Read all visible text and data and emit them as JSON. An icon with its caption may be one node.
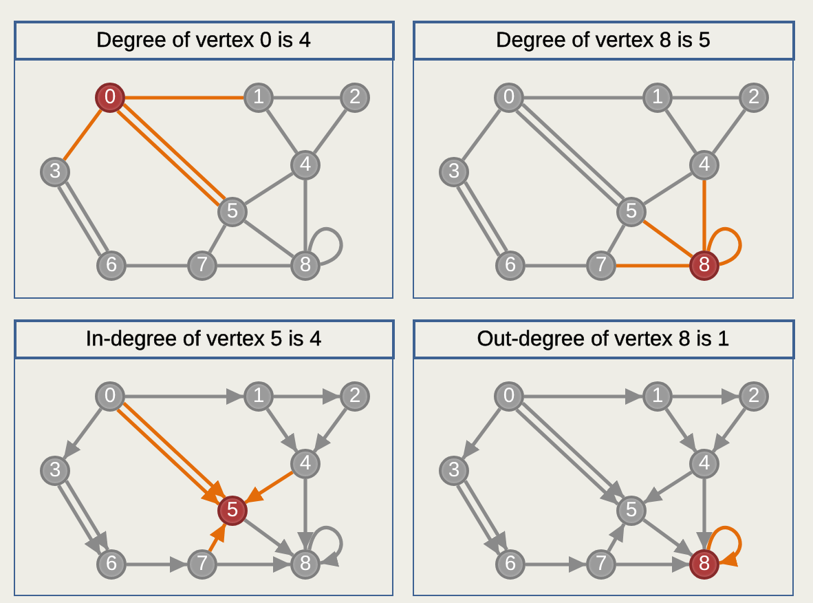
{
  "diagram": {
    "nodes": [
      {
        "text": [
          "Degree of vertex 0 is 4"
        ]
      },
      {
        "text": [
          "0"
        ],
        "in": 0
      },
      {
        "text": [
          "1"
        ],
        "in": 0
      },
      {
        "text": [
          "2"
        ],
        "in": 0
      },
      {
        "text": [
          "3"
        ],
        "in": 0
      },
      {
        "text": [
          "4"
        ],
        "in": 0
      },
      {
        "text": [
          "5"
        ],
        "in": 0
      },
      {
        "text": [
          "6"
        ],
        "in": 0
      },
      {
        "text": [
          "7"
        ],
        "in": 0
      },
      {
        "text": [
          "8"
        ],
        "in": 0
      },
      {
        "text": [
          "Degree of vertex 8 is 5"
        ]
      },
      {
        "text": [
          "0"
        ],
        "in": 10
      },
      {
        "text": [
          "1"
        ],
        "in": 10
      },
      {
        "text": [
          "2"
        ],
        "in": 10
      },
      {
        "text": [
          "3"
        ],
        "in": 10
      },
      {
        "text": [
          "4"
        ],
        "in": 10
      },
      {
        "text": [
          "5"
        ],
        "in": 10
      },
      {
        "text": [
          "6"
        ],
        "in": 10
      },
      {
        "text": [
          "7"
        ],
        "in": 10
      },
      {
        "text": [
          "8"
        ],
        "in": 10
      },
      {
        "text": [
          "In-degree of vertex 5 is 4"
        ]
      },
      {
        "text": [
          "0"
        ],
        "in": 20
      },
      {
        "text": [
          "1"
        ],
        "in": 20
      },
      {
        "text": [
          "2"
        ],
        "in": 20
      },
      {
        "text": [
          "3"
        ],
        "in": 20
      },
      {
        "text": [
          "4"
        ],
        "in": 20
      },
      {
        "text": [
          "5"
        ],
        "in": 20
      },
      {
        "text": [
          "6"
        ],
        "in": 20
      },
      {
        "text": [
          "7"
        ],
        "in": 20
      },
      {
        "text": [
          "8"
        ],
        "in": 20
      },
      {
        "text": [
          "Out-degree of vertex 8 is 1"
        ]
      },
      {
        "text": [
          "0"
        ],
        "in": 30
      },
      {
        "text": [
          "1"
        ],
        "in": 30
      },
      {
        "text": [
          "2"
        ],
        "in": 30
      },
      {
        "text": [
          "3"
        ],
        "in": 30
      },
      {
        "text": [
          "4"
        ],
        "in": 30
      },
      {
        "text": [
          "5"
        ],
        "in": 30
      },
      {
        "text": [
          "6"
        ],
        "in": 30
      },
      {
        "text": [
          "7"
        ],
        "in": 30
      },
      {
        "text": [
          "8"
        ],
        "in": 30
      }
    ],
    "edges": [
      {
        "from": 1,
        "to": 2,
        "arrow": "none",
        "color": "#e36c0a"
      },
      {
        "from": 2,
        "to": 3,
        "arrow": "none"
      },
      {
        "from": 1,
        "to": 4,
        "arrow": "none",
        "color": "#e36c0a"
      },
      {
        "from": 1,
        "to": 6,
        "arrow": "none",
        "color": "#e36c0a"
      },
      {
        "from": 1,
        "to": 6,
        "arrow": "none",
        "color": "#e36c0a"
      },
      {
        "from": 2,
        "to": 5,
        "arrow": "none"
      },
      {
        "from": 3,
        "to": 5,
        "arrow": "none"
      },
      {
        "from": 5,
        "to": 6,
        "arrow": "none"
      },
      {
        "from": 4,
        "to": 7,
        "arrow": "none"
      },
      {
        "from": 4,
        "to": 7,
        "arrow": "none"
      },
      {
        "from": 5,
        "to": 9,
        "arrow": "none"
      },
      {
        "from": 6,
        "to": 8,
        "arrow": "none"
      },
      {
        "from": 6,
        "to": 9,
        "arrow": "none"
      },
      {
        "from": 7,
        "to": 8,
        "arrow": "none"
      },
      {
        "from": 8,
        "to": 9,
        "arrow": "none"
      },
      {
        "from": 9,
        "to": 9,
        "arrow": "none"
      },
      {
        "from": 11,
        "to": 12,
        "arrow": "none"
      },
      {
        "from": 12,
        "to": 13,
        "arrow": "none"
      },
      {
        "from": 11,
        "to": 14,
        "arrow": "none"
      },
      {
        "from": 11,
        "to": 16,
        "arrow": "none"
      },
      {
        "from": 11,
        "to": 16,
        "arrow": "none"
      },
      {
        "from": 12,
        "to": 15,
        "arrow": "none"
      },
      {
        "from": 13,
        "to": 15,
        "arrow": "none"
      },
      {
        "from": 15,
        "to": 16,
        "arrow": "none"
      },
      {
        "from": 14,
        "to": 17,
        "arrow": "none"
      },
      {
        "from": 14,
        "to": 17,
        "arrow": "none"
      },
      {
        "from": 15,
        "to": 19,
        "arrow": "none",
        "color": "#e36c0a"
      },
      {
        "from": 16,
        "to": 18,
        "arrow": "none"
      },
      {
        "from": 16,
        "to": 19,
        "arrow": "none",
        "color": "#e36c0a"
      },
      {
        "from": 17,
        "to": 18,
        "arrow": "none"
      },
      {
        "from": 18,
        "to": 19,
        "arrow": "none",
        "color": "#e36c0a"
      },
      {
        "from": 19,
        "to": 19,
        "arrow": "none",
        "color": "#e36c0a"
      },
      {
        "from": 21,
        "to": 22,
        "arrow": "to"
      },
      {
        "from": 22,
        "to": 23,
        "arrow": "to"
      },
      {
        "from": 21,
        "to": 24,
        "arrow": "to"
      },
      {
        "from": 21,
        "to": 26,
        "arrow": "to",
        "color": "#e36c0a"
      },
      {
        "from": 21,
        "to": 26,
        "arrow": "to",
        "color": "#e36c0a"
      },
      {
        "from": 22,
        "to": 25,
        "arrow": "to"
      },
      {
        "from": 23,
        "to": 25,
        "arrow": "to"
      },
      {
        "from": 25,
        "to": 26,
        "arrow": "to",
        "color": "#e36c0a"
      },
      {
        "from": 24,
        "to": 27,
        "arrow": "to"
      },
      {
        "from": 24,
        "to": 27,
        "arrow": "to"
      },
      {
        "from": 25,
        "to": 29,
        "arrow": "to"
      },
      {
        "from": 28,
        "to": 26,
        "arrow": "to",
        "color": "#e36c0a"
      },
      {
        "from": 26,
        "to": 29,
        "arrow": "to"
      },
      {
        "from": 27,
        "to": 28,
        "arrow": "to"
      },
      {
        "from": 28,
        "to": 29,
        "arrow": "to"
      },
      {
        "from": 29,
        "to": 29,
        "arrow": "to"
      },
      {
        "from": 31,
        "to": 32,
        "arrow": "to"
      },
      {
        "from": 32,
        "to": 33,
        "arrow": "to"
      },
      {
        "from": 31,
        "to": 34,
        "arrow": "to"
      },
      {
        "from": 31,
        "to": 36,
        "arrow": "to"
      },
      {
        "from": 31,
        "to": 36,
        "arrow": "to"
      },
      {
        "from": 32,
        "to": 35,
        "arrow": "to"
      },
      {
        "from": 33,
        "to": 35,
        "arrow": "to"
      },
      {
        "from": 35,
        "to": 36,
        "arrow": "to"
      },
      {
        "from": 34,
        "to": 37,
        "arrow": "to"
      },
      {
        "from": 34,
        "to": 37,
        "arrow": "to"
      },
      {
        "from": 35,
        "to": 39,
        "arrow": "to"
      },
      {
        "from": 38,
        "to": 36,
        "arrow": "to"
      },
      {
        "from": 36,
        "to": 39,
        "arrow": "to"
      },
      {
        "from": 37,
        "to": 38,
        "arrow": "to"
      },
      {
        "from": 38,
        "to": 39,
        "arrow": "to"
      },
      {
        "from": 39,
        "to": 39,
        "arrow": "to",
        "color": "#e36c0a"
      }
    ]
  }
}
